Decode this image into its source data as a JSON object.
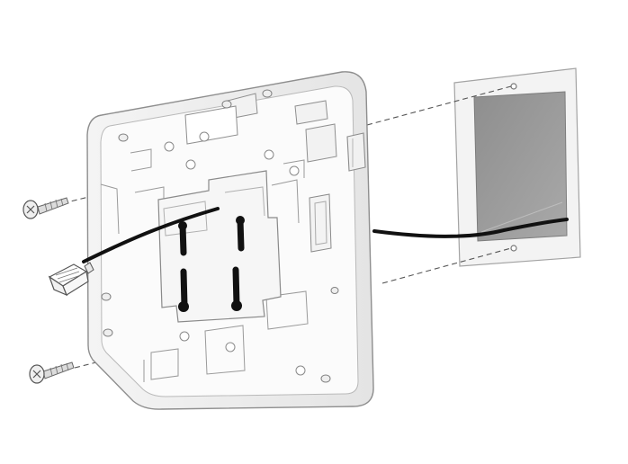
{
  "illustration": {
    "parts": [
      "mounting-bracket",
      "wall-plate",
      "network-cable",
      "rj45-connector",
      "mounting-screw-top",
      "mounting-screw-bottom"
    ],
    "colors": {
      "bracket_fill": "#f7f7f7",
      "bracket_edge": "#9a9a9a",
      "wall_plate_fill": "#f2f2f2",
      "wall_cavity": "#9b9b9b",
      "cable": "#111111",
      "guide_line": "#555555"
    },
    "guide_lines": "dashed"
  }
}
